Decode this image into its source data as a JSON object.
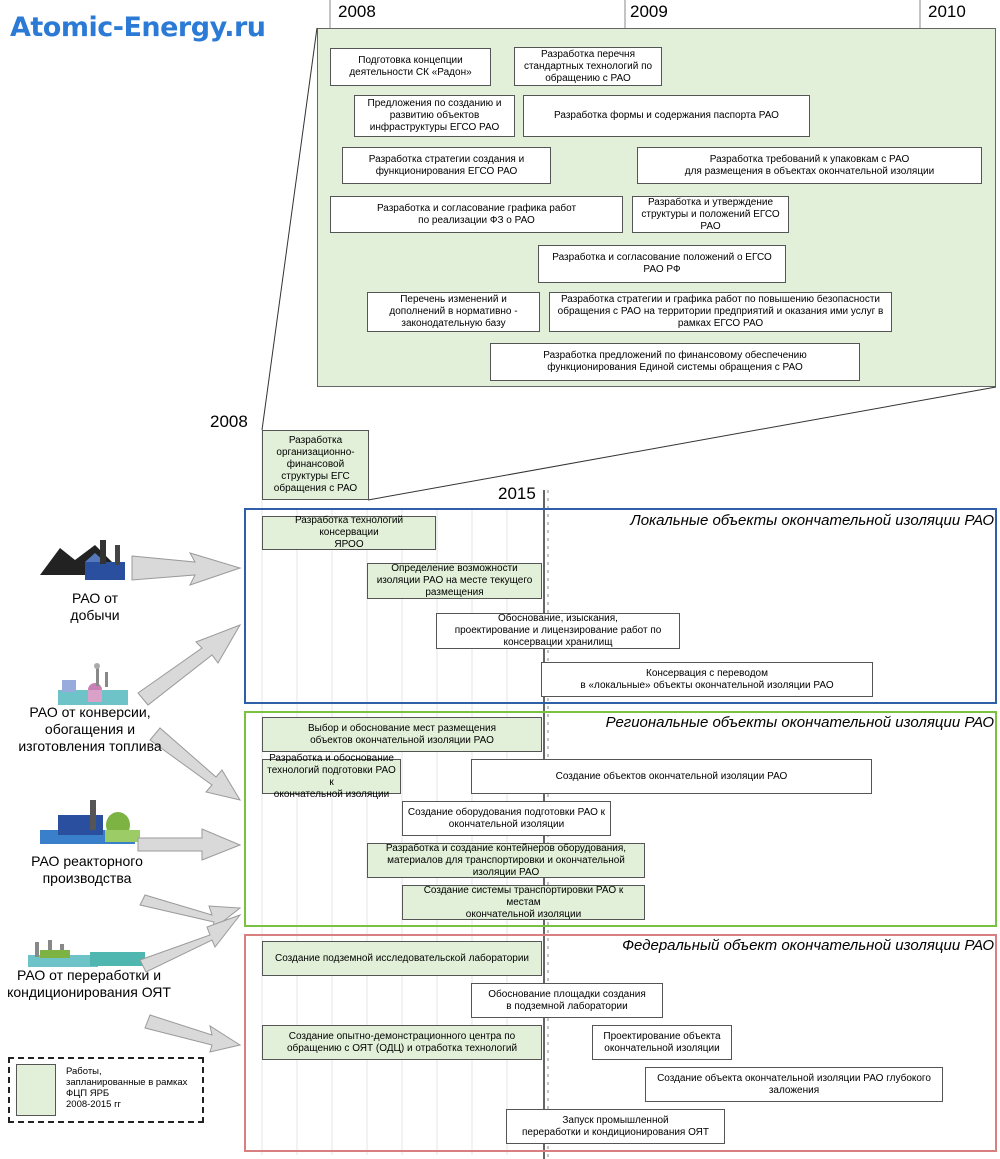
{
  "logo": "Atomic-Energy.ru",
  "years_top": [
    "2008",
    "2009",
    "2010"
  ],
  "year_left": "2008",
  "year_2015": "2015",
  "top_boxes": [
    "Подготовка концепции\nдеятельности СК «Радон»",
    "Разработка перечня\nстандартных технологий по\nобращению с РАО",
    "Предложения по созданию и\nразвитию объектов\nинфраструктуры ЕГСО РАО",
    "Разработка формы и содержания паспорта РАО",
    "Разработка стратегии создания и\nфункционирования ЕГСО РАО",
    "Разработка требований к упаковкам с РАО\nдля размещения в объектах окончательной изоляции",
    "Разработка и согласование графика работ\nпо реализации ФЗ о РАО",
    "Разработка и утверждение\nструктуры и положений ЕГСО\nРАО",
    "Разработка и согласование положений о ЕГСО\nРАО РФ",
    "Перечень изменений и\nдополнений в нормативно -\nзаконодательную базу",
    "Разработка стратегии и графика работ по повышению безопасности\nобращения с РАО на территории предприятий и оказания ими услуг в\nрамках ЕГСО РАО",
    "Разработка предложений по финансовому обеспечению\nфункционирования Единой системы обращения с РАО"
  ],
  "org_box": "Разработка\nорганизационно-\nфинансовой\nструктуры ЕГС\nобращения с РАО",
  "sections": {
    "local": {
      "title": "Локальные объекты окончательной изоляции РАО",
      "items": [
        "Разработка технологий консервации\nЯРОО",
        "Определение возможности\nизоляции РАО на месте текущего\nразмещения",
        "Обоснование, изыскания,\nпроектирование и лицензирование работ по\nконсервации хранилищ",
        "Консервация с переводом\nв «локальные» объекты окончательной изоляции РАО"
      ]
    },
    "regional": {
      "title": "Региональные объекты окончательной изоляции РАО",
      "items": [
        "Выбор и обоснование мест размещения\nобъектов окончательной изоляции РАО",
        "Разработка и обоснование\nтехнологий подготовки РАО к\nокончательной изоляции",
        "Создание объектов окончательной изоляции РАО",
        "Создание оборудования подготовки РАО к\nокончательной изоляции",
        "Разработка и создание контейнеров оборудования,\nматериалов для транспортировки и окончательной\nизоляции РАО",
        "Создание системы транспортировки РАО к местам\nокончательной изоляции"
      ]
    },
    "federal": {
      "title": "Федеральный объект окончательной изоляции РАО",
      "items": [
        "Создание подземной исследовательской лаборатории",
        "Обоснование площадки создания\nв подземной лаборатории",
        "Создание опытно-демонстрационного центра по\nобращению с ОЯТ (ОДЦ) и отработка технологий",
        "Проектирование объекта\nокончательной изоляции",
        "Создание объекта окончательной изоляции РАО глубокого\nзаложения",
        "Запуск промышленной\nпереработки и кондиционирования ОЯТ"
      ]
    }
  },
  "sources": [
    "РАО от\nдобычи",
    "РАО от конверсии,\nобогащения и\nизготовления топлива",
    "РАО реакторного\nпроизводства",
    "РАО от переработки и\nкондиционирования ОЯТ"
  ],
  "legend": "Работы,\nзапланированные в рамках\nФЦП ЯРБ\n2008-2015 гг",
  "colors": {
    "logo": "#2b7bd6",
    "green_fill": "#e2f0d9",
    "local_border": "#2e5fa8",
    "regional_border": "#7ac142",
    "federal_border": "#d88080"
  }
}
